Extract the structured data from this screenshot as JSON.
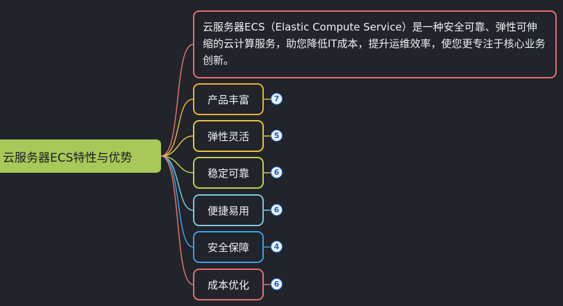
{
  "root": {
    "label": "云服务器ECS特性与优势"
  },
  "description": {
    "text": "云服务器ECS（Elastic Compute Service）是一种安全可靠、弹性可伸缩的云计算服务，助您降低IT成本，提升运维效率，使您更专注于核心业务创新。"
  },
  "branches": [
    {
      "label": "产品丰富",
      "count": "7",
      "color": "#e8b339"
    },
    {
      "label": "弹性灵活",
      "count": "5",
      "color": "#e8c63a"
    },
    {
      "label": "稳定可靠",
      "count": "6",
      "color": "#c8cc55"
    },
    {
      "label": "便捷易用",
      "count": "6",
      "color": "#7cc8d8"
    },
    {
      "label": "安全保障",
      "count": "4",
      "color": "#3aa0e8"
    },
    {
      "label": "成本优化",
      "count": "6",
      "color": "#e4716c"
    }
  ],
  "colors": {
    "description_border": "#e4716c",
    "root_fill": "#a8c85a",
    "badge": "#2d7ff0"
  }
}
